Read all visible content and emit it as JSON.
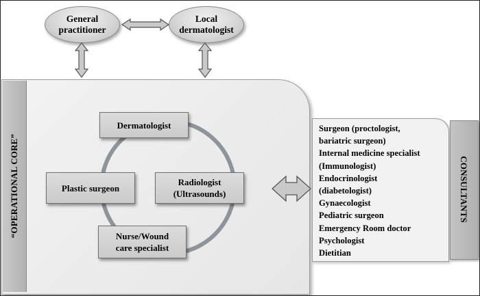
{
  "top": {
    "general_practitioner": "General practitioner",
    "local_dermatologist": "Local dermatologist"
  },
  "operational_core": {
    "label": "“OPERATIONAL CORE”",
    "dermatologist": "Dermatologist",
    "plastic_surgeon": "Plastic surgeon",
    "radiologist": "Radiologist",
    "radiologist_sub": "(Ultrasounds)",
    "nurse": "Nurse/Wound",
    "nurse_sub": "care specialist"
  },
  "consultants": {
    "label": "CONSULTANTS",
    "items": [
      "Surgeon (proctologist,",
      "bariatric surgeon)",
      "Internal medicine specialist",
      "(Immunologist)",
      "Endocrinologist",
      "(diabetologist)",
      "Gynaecologist",
      "Pediatric surgeon",
      "Emergency Room doctor",
      "Psychologist",
      "Dietitian"
    ]
  },
  "colors": {
    "arrow_fill": "#c9c9c9",
    "arrow_stroke": "#555555",
    "ring": "#8e949c"
  }
}
